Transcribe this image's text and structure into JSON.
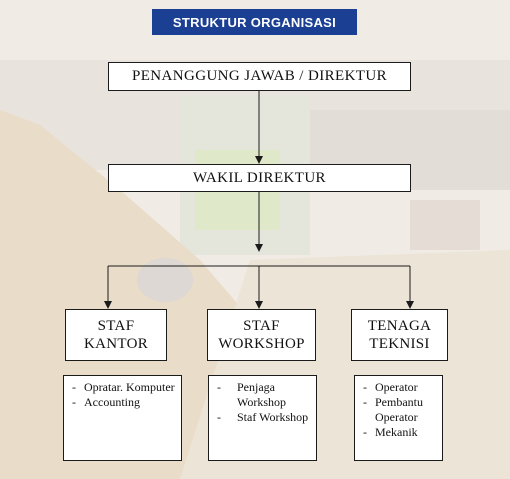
{
  "title": "STRUKTUR ORGANISASI",
  "director": "PENANGGUNG JAWAB / DIREKTUR",
  "deputy": "WAKIL DIREKTUR",
  "units": [
    {
      "name_line1": "STAF",
      "name_line2": "KANTOR",
      "items": [
        "Opratar. Komputer",
        "Accounting"
      ]
    },
    {
      "name_line1": "STAF",
      "name_line2": "WORKSHOP",
      "items": [
        "Penjaga Workshop",
        "Staf Workshop"
      ]
    },
    {
      "name_line1": "TENAGA",
      "name_line2": "TEKNISI",
      "items": [
        "Operator",
        "Pembantu Operator",
        "Mekanik"
      ]
    }
  ],
  "colors": {
    "title_bg": "#1a3f93",
    "title_text": "#ffffff",
    "box_border": "#1b1b1b"
  }
}
